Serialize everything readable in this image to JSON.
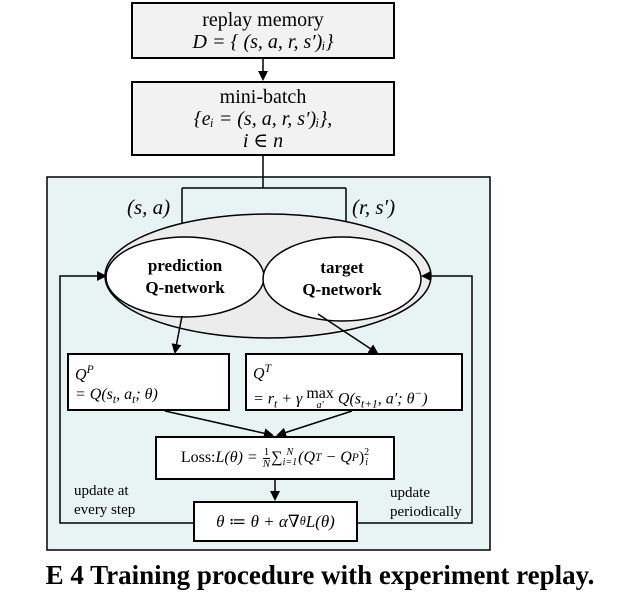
{
  "replay_memory": {
    "title": "replay memory",
    "formula": "D = { (s,  a, r, s′)ᵢ}"
  },
  "mini_batch": {
    "title": "mini-batch",
    "formula_line1": "{eᵢ = (s,  a, r, s′)ᵢ},",
    "formula_line2": "i ∈ n"
  },
  "inputs": {
    "left": "(s,  a)",
    "right": "(r, s′)"
  },
  "prediction_network": {
    "line1": "prediction",
    "line2": "Q-network"
  },
  "target_network": {
    "line1": "target",
    "line2": "Q-network"
  },
  "qp_box": {
    "symbol": "Q",
    "sup": "P",
    "eq_line": "= Q(s",
    "sub_t1": "t",
    "mid": ", a",
    "sub_t2": "t",
    "tail": "; θ)"
  },
  "qt_box": {
    "symbol": "Q",
    "sup": "T",
    "eq_start": "= r",
    "sub_t": "t",
    "plus": " + γ ",
    "max": "max",
    "max_sub": "a′",
    "tail_start": " Q(s",
    "sub_t1": "t+1",
    "tail_end": ", a′; θ",
    "minus_sup": "−",
    "close": ")"
  },
  "loss_box": {
    "label": "Loss: ",
    "formula": "L(θ) = ",
    "frac_num": "1",
    "frac_den": "N",
    "sum": "∑",
    "sum_sup": "N",
    "sum_sub": "i=1",
    "body": "(Q",
    "body_sup_t": "T",
    "minus": " − Q",
    "body_sup_p": "P",
    "close": ")",
    "close_sup": "2",
    "close_sub": "i"
  },
  "update_box": {
    "formula": "θ ≔ θ + α∇",
    "sub": "θ",
    "tail": "L(θ)"
  },
  "labels": {
    "left_line1": "update at",
    "left_line2": "every step",
    "right_line1": "update",
    "right_line2": "periodically"
  },
  "caption": "E 4 Training procedure with experiment replay.",
  "colors": {
    "panel_fill": "#e8f4f4",
    "box_fill": "#f2f2f2",
    "ellipse_fill": "#ececec",
    "stroke": "#000000"
  }
}
